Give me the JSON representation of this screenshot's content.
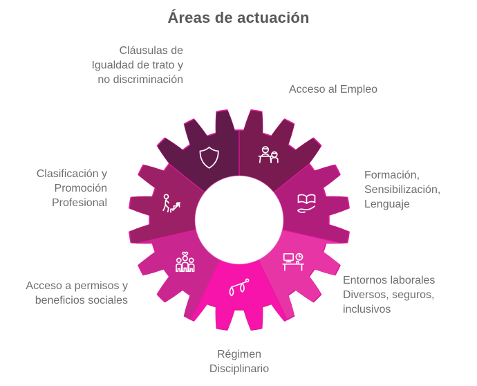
{
  "title": "Áreas de actuación",
  "colors": {
    "background": "#ffffff",
    "title_text": "#58585a",
    "label_text": "#6e6e70",
    "gear_outline": "#dd1c9b",
    "segment_divider": "#e8189e",
    "center_fill": "#ffffff",
    "center_rim": "#e668bb",
    "icon_stroke": "#ffffff"
  },
  "gear": {
    "teeth_count": 20,
    "segments": [
      {
        "id": "acceso-al-empleo",
        "label": "Acceso al Empleo",
        "color": "#791a50",
        "icon": "interview-icon"
      },
      {
        "id": "formacion-sensibilizacion-lenguaje",
        "label": "Formación,\nSensibilización,\nLenguaje",
        "color": "#b11d7b",
        "icon": "open-book-hand-icon"
      },
      {
        "id": "entornos-laborales",
        "label": "Entornos laborales\nDiversos, seguros,\ninclusivos",
        "color": "#e735a6",
        "icon": "workplace-desk-icon"
      },
      {
        "id": "regimen-disciplinario",
        "label": "Régimen\nDisciplinario",
        "color": "#f614ab",
        "icon": "scales-icon"
      },
      {
        "id": "acceso-permisos-beneficios",
        "label": "Acceso a permisos y\nbeneficios sociales",
        "color": "#c9278f",
        "icon": "family-heart-icon"
      },
      {
        "id": "clasificacion-promocion",
        "label": "Clasificación y\nPromoción\nProfesional",
        "color": "#9c2066",
        "icon": "career-stairs-icon"
      },
      {
        "id": "clausulas-igualdad",
        "label": "Cláusulas de\nIgualdad de trato y\nno discriminación",
        "color": "#601b4b",
        "icon": "shield-icon"
      }
    ]
  }
}
